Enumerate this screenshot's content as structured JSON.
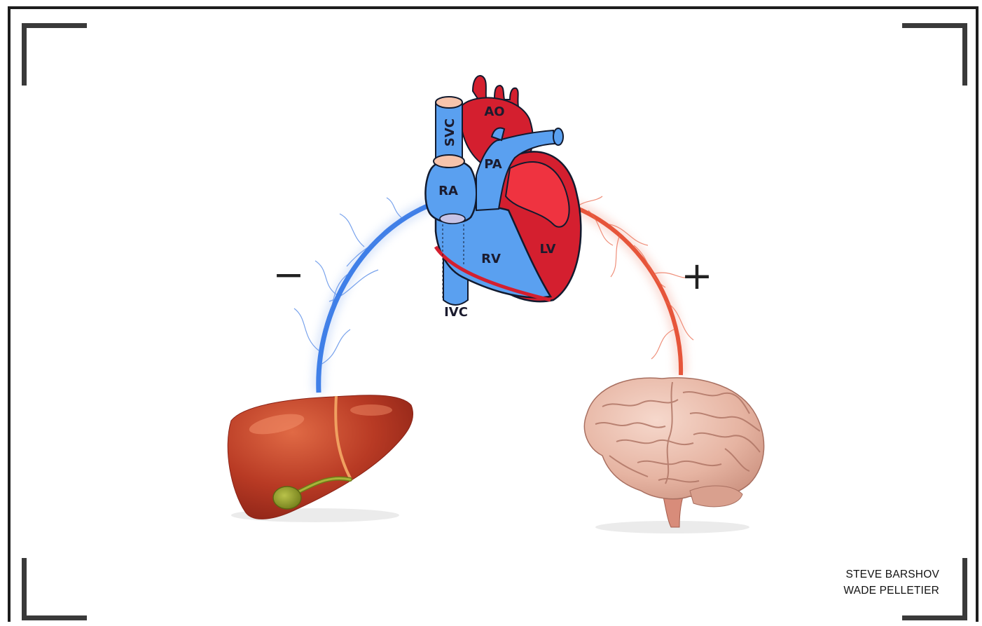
{
  "heart_labels": {
    "ao": "AO",
    "svc": "SVC",
    "pa": "PA",
    "ra": "RA",
    "rv": "RV",
    "lv": "LV",
    "ivc": "IVC"
  },
  "signs": {
    "left": "−",
    "right": "+"
  },
  "credits": {
    "line1": "STEVE BARSHOV",
    "line2": "WADE PELLETIER"
  },
  "colors": {
    "venous_blue": "#3f7fe8",
    "heart_blue": "#5aa0f0",
    "heart_red": "#d41f2f",
    "arterial_red": "#e6553a",
    "liver": "#b83a24",
    "brain": "#e8b8a8"
  }
}
